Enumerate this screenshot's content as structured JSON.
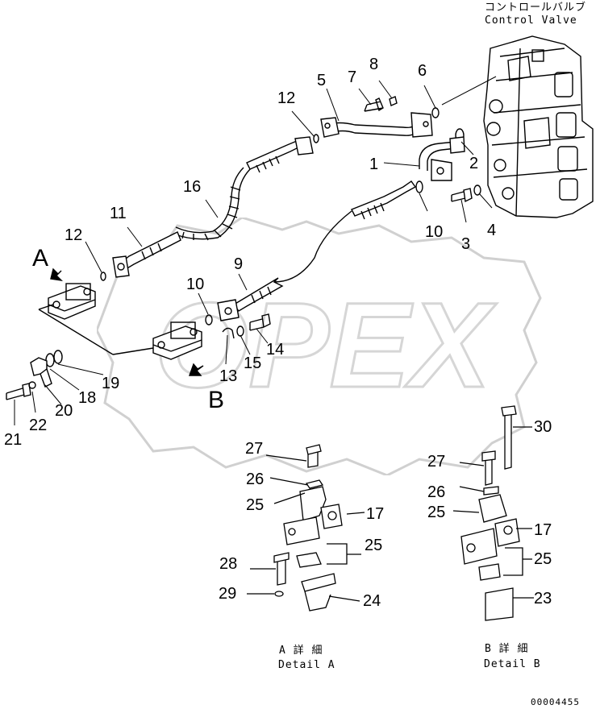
{
  "header": {
    "component_jp": "コントロールバルブ",
    "component_en": "Control Valve"
  },
  "watermark": "OPEX",
  "view_labels": {
    "a": "A",
    "b": "B"
  },
  "callouts": {
    "c1": "1",
    "c2": "2",
    "c3": "3",
    "c4": "4",
    "c5": "5",
    "c6": "6",
    "c7": "7",
    "c8": "8",
    "c9": "9",
    "c10a": "10",
    "c10b": "10",
    "c11": "11",
    "c12a": "12",
    "c12b": "12",
    "c13": "13",
    "c14": "14",
    "c15": "15",
    "c16": "16",
    "c18": "18",
    "c19": "19",
    "c20": "20",
    "c21": "21",
    "c22": "22",
    "a27": "27",
    "a26": "26",
    "a25a": "25",
    "a17": "17",
    "a25b": "25",
    "a28": "28",
    "a29": "29",
    "a24": "24",
    "b30": "30",
    "b27": "27",
    "b26": "26",
    "b25a": "25",
    "b17": "17",
    "b25b": "25",
    "b23": "23"
  },
  "details": {
    "a_jp": "A 詳 細",
    "a_en": "Detail A",
    "b_jp": "B 詳 細",
    "b_en": "Detail B"
  },
  "footer": {
    "drawing_number": "00004455"
  }
}
